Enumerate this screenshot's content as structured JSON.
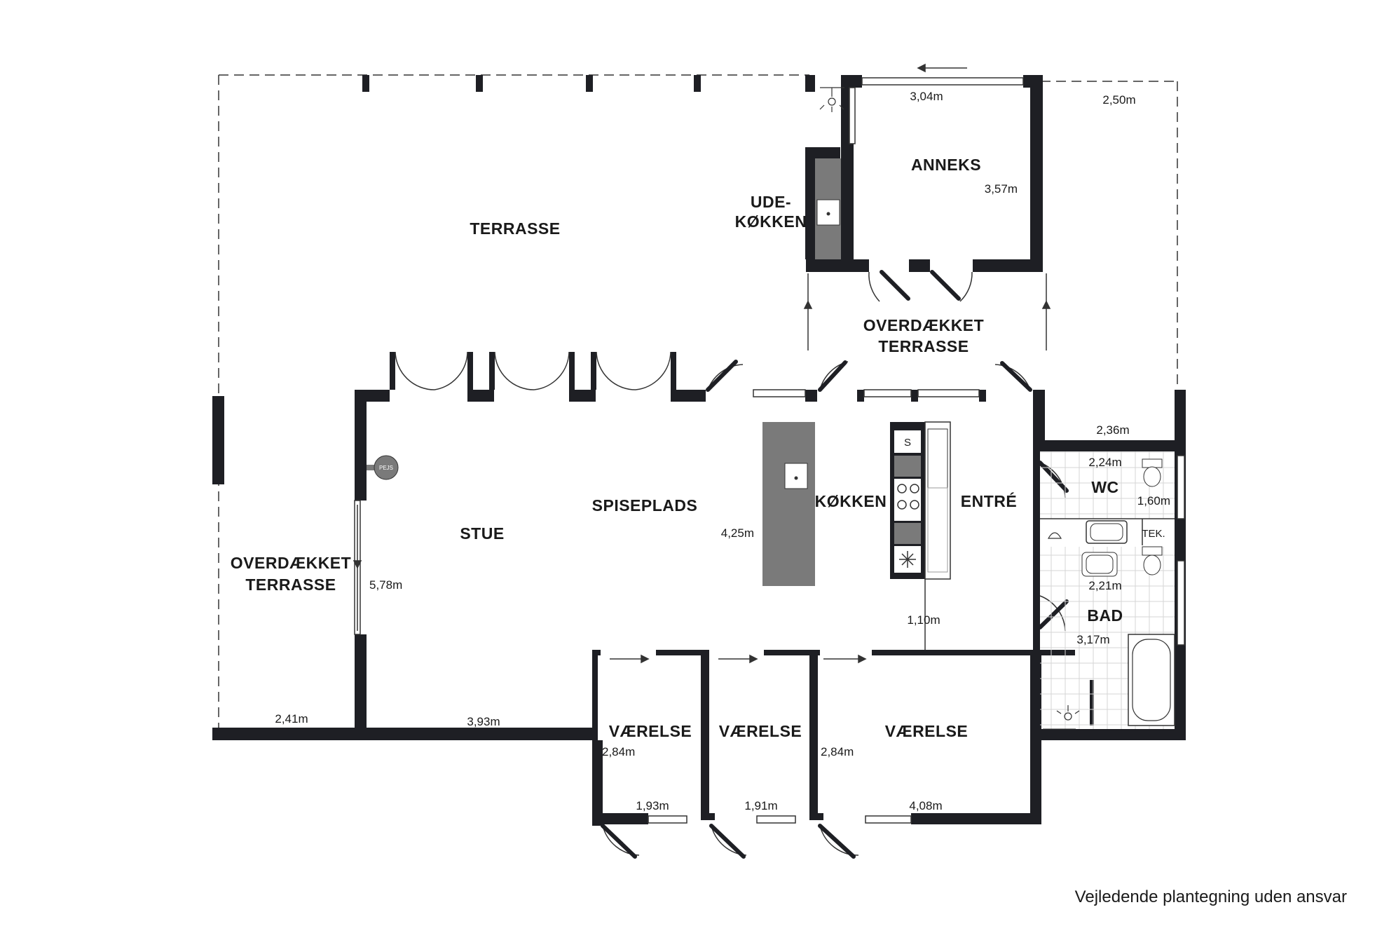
{
  "rooms": {
    "terrasse_top": "TERRASSE",
    "ude_line1": "UDE-",
    "ude_line2": "KØKKEN",
    "anneks": "ANNEKS",
    "overdaekket_mid_line1": "OVERDÆKKET",
    "overdaekket_mid_line2": "TERRASSE",
    "spiseplads": "SPISEPLADS",
    "stue": "STUE",
    "koekken": "KØKKEN",
    "entre": "ENTRÉ",
    "wc": "WC",
    "bad": "BAD",
    "overdaekket_left_line1": "OVERDÆKKET",
    "overdaekket_left_line2": "TERRASSE",
    "vaerelse_1": "VÆRELSE",
    "vaerelse_2": "VÆRELSE",
    "vaerelse_3": "VÆRELSE",
    "tek": "TEK.",
    "s_cabinet": "S",
    "pejs": "PEJS"
  },
  "dimensions": {
    "anneks_width": "3,04m",
    "anneks_depth": "3,57m",
    "terrace_right": "2,50m",
    "wc_outer": "2,36m",
    "wc_width": "2,24m",
    "wc_depth": "1,60m",
    "spise_depth": "4,25m",
    "stue_depth": "5,78m",
    "bad_width": "2,21m",
    "bad_depth": "3,17m",
    "entre_width": "1,10m",
    "left_terrace_width": "2,41m",
    "stue_width": "3,93m",
    "vaerelse1_depth": "2,84m",
    "vaerelse3_depth": "2,84m",
    "vaerelse1_width": "1,93m",
    "vaerelse2_width": "1,91m",
    "vaerelse3_width": "4,08m"
  },
  "footer": {
    "disclaimer": "Vejledende plantegning uden ansvar"
  },
  "colors": {
    "wall": "#1e1f24",
    "counter": "#7a7a7a",
    "window": "#cfcfcf",
    "background": "#ffffff"
  }
}
